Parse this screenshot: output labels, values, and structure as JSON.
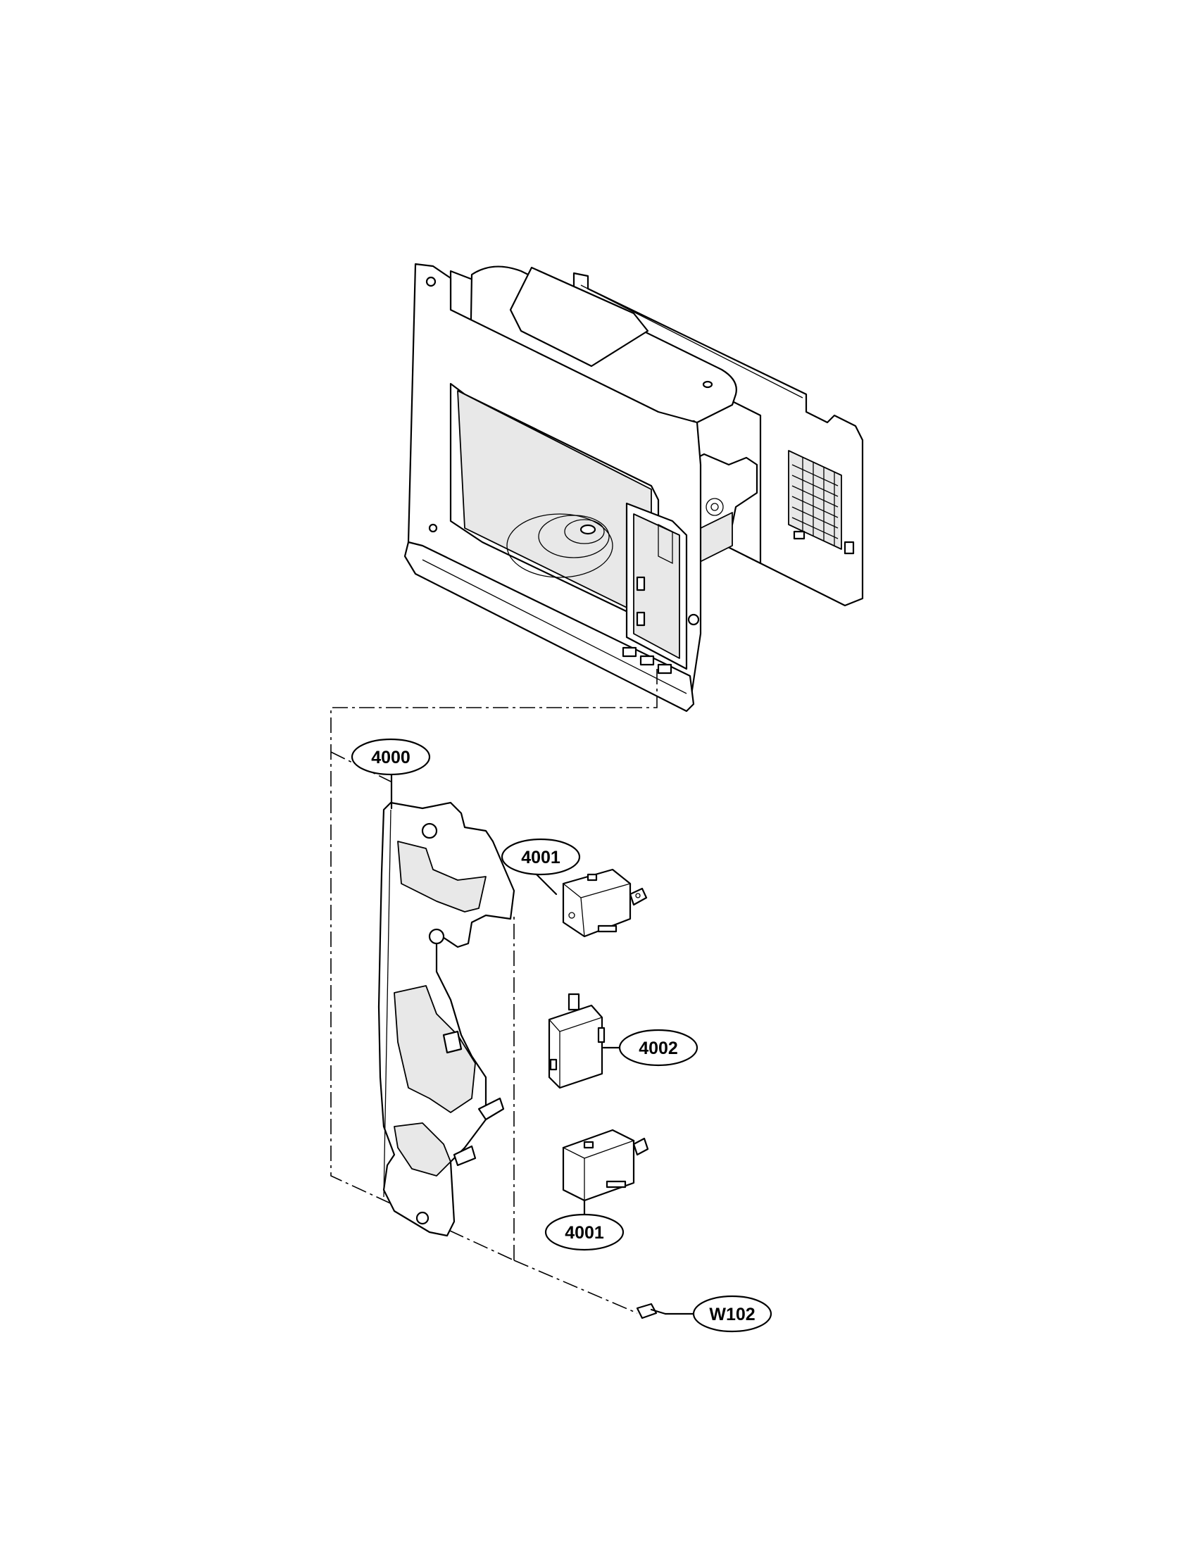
{
  "labels": {
    "latch_board": "4000",
    "switch_top": "4001",
    "switch_middle": "4002",
    "switch_bottom": "4001",
    "screw": "W102"
  }
}
